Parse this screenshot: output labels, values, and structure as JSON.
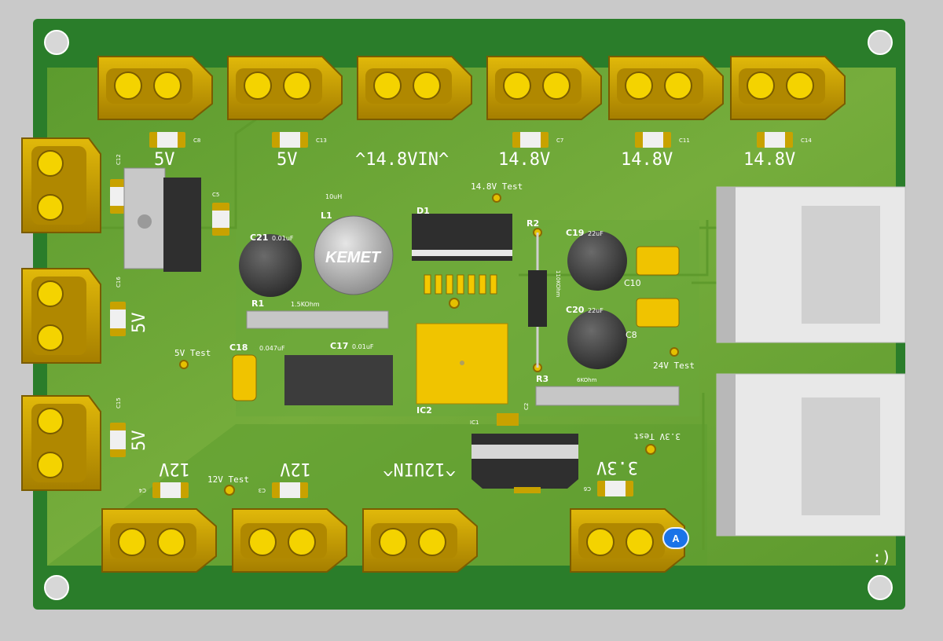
{
  "board": {
    "colors": {
      "bg": "#c9c9c9",
      "pcb": "#2a7d2a",
      "pour": "#6aa334",
      "gold": "#c9a000",
      "chip": "#2f2f2f"
    },
    "top_labels": [
      "5V",
      "5V",
      "^14.8VIN^",
      "14.8V",
      "14.8V",
      "14.8V"
    ],
    "top_caps": [
      "C8",
      "C13",
      "C7",
      "C11",
      "C14"
    ],
    "left_labels": [
      "5V",
      "5V"
    ],
    "left_caps": [
      "C12",
      "C16",
      "C15"
    ],
    "left_top_cap": "C5",
    "bottom_labels": [
      "12V",
      "12V",
      "^12UIN^",
      "3.3V"
    ],
    "bottom_caps": [
      "C4",
      "C3",
      "C6"
    ],
    "test_points": {
      "t14": "14.8V Test",
      "t5": "5V Test",
      "t24": "24V Test",
      "t12": "12V Test",
      "t33": "3.3V Test"
    },
    "inductor": {
      "designator": "L1",
      "value": "10uH",
      "brand": "KEMET"
    },
    "diode": "D1",
    "r1": {
      "designator": "R1",
      "value": "1.5KOhm"
    },
    "r2": {
      "designator": "R2",
      "value": "110KOhm"
    },
    "r3": {
      "designator": "R3",
      "value": "6KOhm"
    },
    "c21": {
      "designator": "C21",
      "value": "0.01uF"
    },
    "c18": {
      "designator": "C18",
      "value": "0.047uF"
    },
    "c17": {
      "designator": "C17",
      "value": "0.01uF"
    },
    "c19": {
      "designator": "C19",
      "value": "22uF"
    },
    "c20": {
      "designator": "C20",
      "value": "22uF"
    },
    "c10": "C10",
    "c8b": "C8",
    "ic2": "IC2",
    "ic1": "IC1",
    "c2": "C2",
    "corner_text": ":)"
  },
  "marker": {
    "label": "A"
  }
}
